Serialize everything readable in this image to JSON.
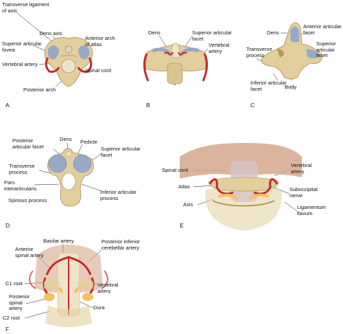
{
  "panels": {
    "A": {
      "letter": "A",
      "labels": {
        "transverse_ligament": "Transverse ligament\nof axis",
        "dens_axis": "Dens axis",
        "anterior_arch": "Anterior arch\nof atlas",
        "superior_fovea": "Superior articular\nfovea",
        "vertebral_artery": "Vertebral artery",
        "spinal_cord": "Spinal cord",
        "posterior_arch": "Posterior arch"
      }
    },
    "B": {
      "letter": "B",
      "labels": {
        "dens": "Dens",
        "superior_facet": "Superior articular\nfacet",
        "vertebral_artery": "Vertebral\nartery"
      }
    },
    "C": {
      "letter": "C",
      "labels": {
        "dens": "Dens",
        "anterior_facet": "Anterior articular\nfacet",
        "transverse_process": "Transverse\nprocess",
        "superior_facet": "Superior\narticular\nfacet",
        "inferior_facet": "Inferior articular\nfacet",
        "body": "Body"
      }
    },
    "D": {
      "letter": "D",
      "labels": {
        "posterior_facet": "Posterior\narticular facet",
        "dens": "Dens",
        "pedicle": "Pedicle",
        "superior_facet": "Superior articular\nfacet",
        "transverse_process": "Transverse\nprocess",
        "pars": "Pars\ninterarticularis",
        "inferior_process": "Inferior articular\nprocess",
        "spinous_process": "Spinous process"
      }
    },
    "E": {
      "letter": "E",
      "labels": {
        "spinal_cord": "Spinal cord",
        "vertebral_artery": "Vertebral\nartery",
        "atlas": "Atlas",
        "suboccipital_nerve": "Suboccipital\nnerve",
        "axis": "Axis",
        "ligamentum_flavum": "Ligamentum\nflavum"
      }
    },
    "F": {
      "letter": "F",
      "labels": {
        "basilar_artery": "Basilar artery",
        "posterior_inferior_cerebellar": "Posterior inferior\ncerebellar artery",
        "anterior_spinal": "Anterior\nspinal artery",
        "c1_root": "C1 root",
        "posterior_spinal": "Posterior\nspinal\nartery",
        "vertebral_artery": "Vertebral\nartery",
        "c2_root": "C2 root",
        "dura": "Dura"
      }
    }
  },
  "colors": {
    "bone": "#e2cf9c",
    "bone_shade": "#b49a5c",
    "facet": "#97a9c7",
    "artery": "#c4282b",
    "cord": "#ece3c8",
    "nerve": "#f2c260",
    "flesh": "#d6a78c"
  }
}
